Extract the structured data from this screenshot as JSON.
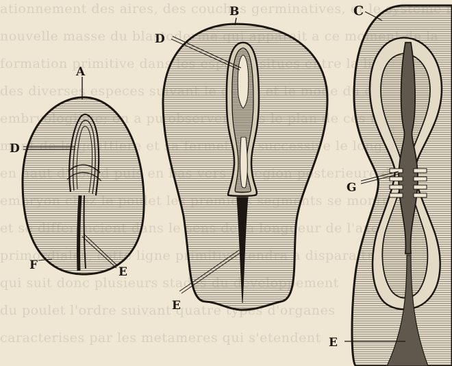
{
  "figure_labels": {
    "A": "A",
    "B": "B",
    "C": "C",
    "D_a": "D",
    "D_b": "D",
    "E_a": "E",
    "E_b": "E",
    "E_c": "E",
    "F": "F",
    "G": "G"
  },
  "colors": {
    "paper": "#efe7d4",
    "ink": "#1c1712",
    "hatch": "#7d7668"
  }
}
